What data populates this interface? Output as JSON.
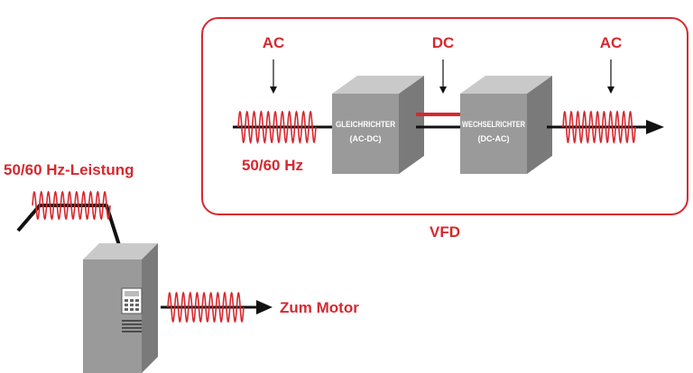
{
  "colors": {
    "accent_red": "#d7282f",
    "wire_black": "#111111",
    "box_front": "#9a9a9a",
    "box_top": "#c9c9c9",
    "box_side": "#7a7a7a"
  },
  "vfd": {
    "label": "VFD",
    "input_label": "AC",
    "dc_label": "DC",
    "output_label": "AC",
    "frequency_label": "50/60 Hz",
    "rectifier": {
      "line1": "GLEICHRICHTER",
      "line2": "(AC-DC)"
    },
    "inverter": {
      "line1": "WECHSELRICHTER",
      "line2": "(DC-AC)"
    }
  },
  "power_label": "50/60 Hz-Leistung",
  "motor_label": "Zum Motor",
  "icons": [
    "drive-cabinet-icon",
    "keypad-icon",
    "vent-grille-icon",
    "arrow-right-icon",
    "arrow-down-icon"
  ]
}
